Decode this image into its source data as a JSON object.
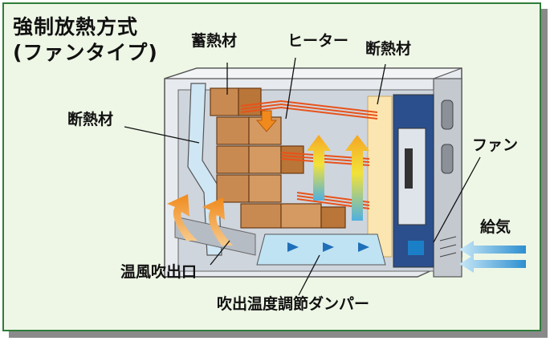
{
  "title": {
    "line1": "強制放熱方式",
    "line2": "(ファンタイプ)"
  },
  "labels": {
    "storage_material": "蓄熱材",
    "heater": "ヒーター",
    "insulation_top": "断熱材",
    "insulation_left": "断熱材",
    "fan": "ファン",
    "air_intake": "給気",
    "warm_air_outlet": "温風吹出口",
    "damper": "吹出温度調節ダンパー"
  },
  "colors": {
    "frame_border": "#2f7d3a",
    "background": "#eef7e6",
    "brick": "#c98a52",
    "heater_coil": "#e8521a",
    "warm_arrow": "#f5a623",
    "cool_arrow": "#3aa0d8",
    "damper_arrow": "#1f6fb8",
    "cabinet": "#d9dde3",
    "insulation_panel": "#fbe5b0"
  }
}
